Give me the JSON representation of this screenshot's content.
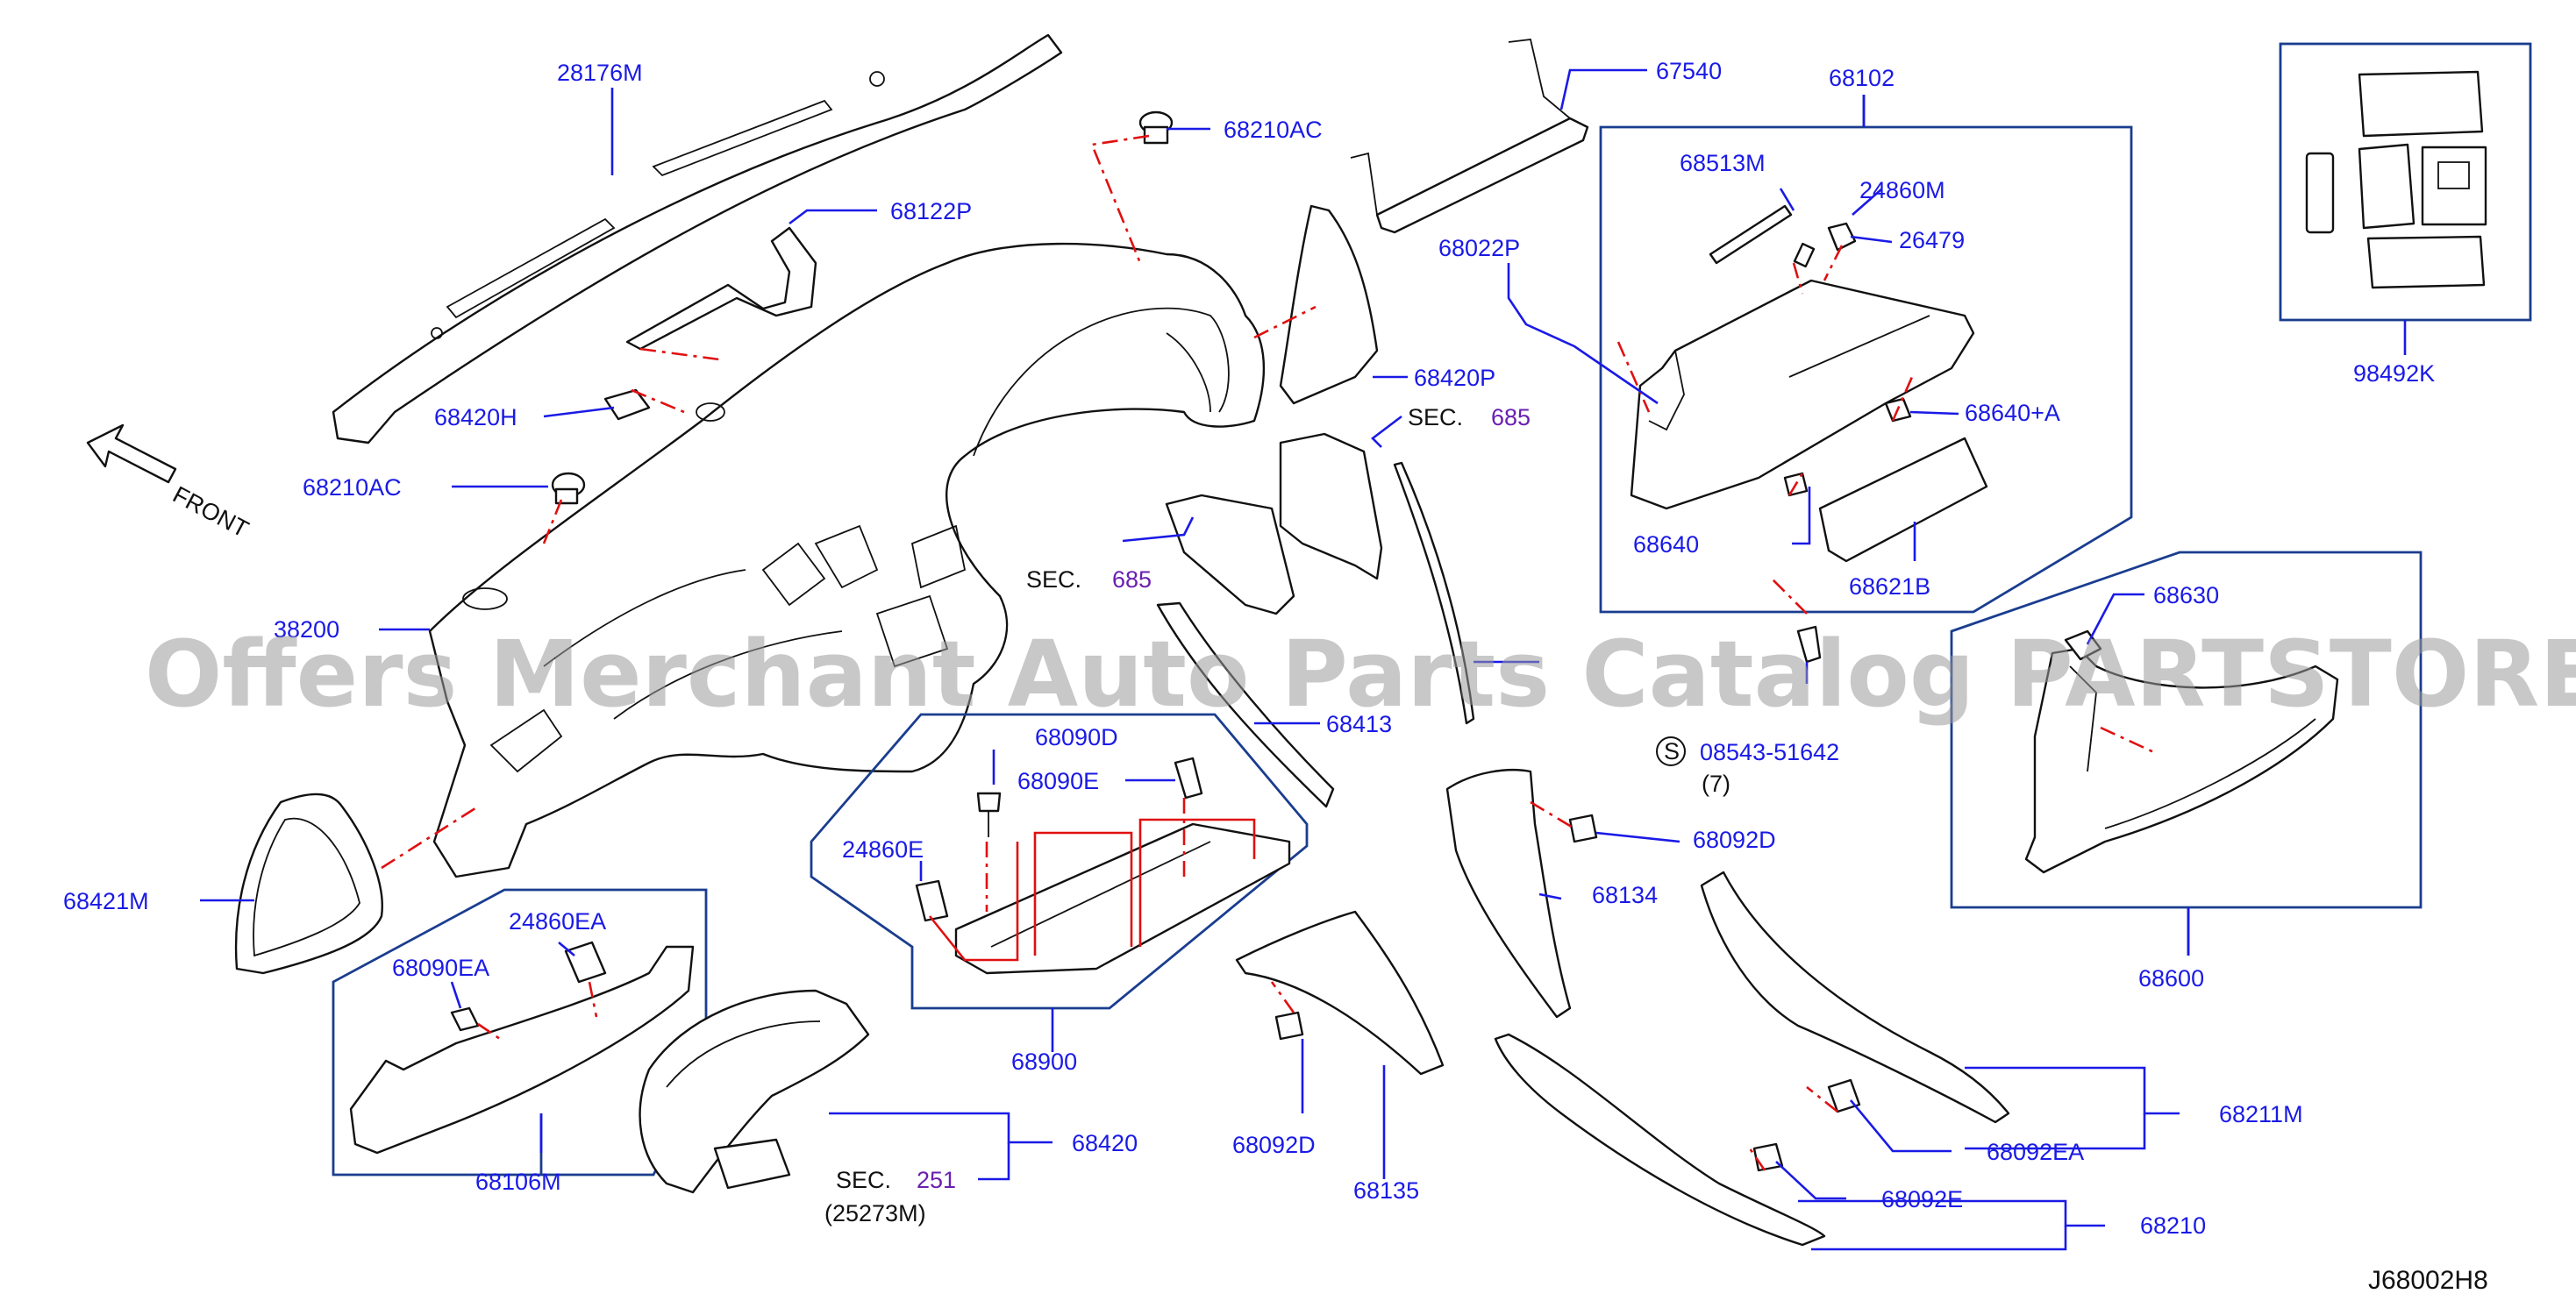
{
  "diagram": {
    "direction": "FRONT",
    "code": "J68002H8",
    "watermark": "Offers Merchant Auto Parts Catalog PARTSTORE.SA",
    "colors": {
      "label": "#1a1ae6",
      "leader": "#1a1ae6",
      "box": "#1a3d8f",
      "red": "#e01010",
      "sec": "#6a1fb0"
    },
    "parts": {
      "p28176M": "28176M",
      "p68122P": "68122P",
      "p68210AC_top": "68210AC",
      "p68210AC_left": "68210AC",
      "p68420H": "68420H",
      "p38200": "38200",
      "p68421M": "68421M",
      "p67540": "67540",
      "p68022P": "68022P",
      "p68420P": "68420P",
      "sec685_a_label": "SEC.",
      "sec685_a_num": "685",
      "sec685_b_label": "SEC.",
      "sec685_b_num": "685",
      "p68413": "68413",
      "p68102": "68102",
      "p68513M": "68513M",
      "p24860M": "24860M",
      "p26479": "26479",
      "p68640A": "68640+A",
      "p68640": "68640",
      "p68621B": "68621B",
      "p98492K": "98492K",
      "p68630": "68630",
      "p68600": "68600",
      "screw_circle": "S",
      "p08543": "08543-51642",
      "p08543_qty": "(7)",
      "p68090D": "68090D",
      "p68090E": "68090E",
      "p24860E": "24860E",
      "p68900": "68900",
      "p24860EA": "24860EA",
      "p68090EA": "68090EA",
      "p68106M": "68106M",
      "p68420": "68420",
      "sec251_label": "SEC.",
      "sec251_num": "251",
      "p25273M": "(25273M)",
      "p68092D_right": "68092D",
      "p68134": "68134",
      "p68092D_low": "68092D",
      "p68135": "68135",
      "p68211M": "68211M",
      "p68092EA": "68092EA",
      "p68092E": "68092E",
      "p68210": "68210"
    }
  }
}
